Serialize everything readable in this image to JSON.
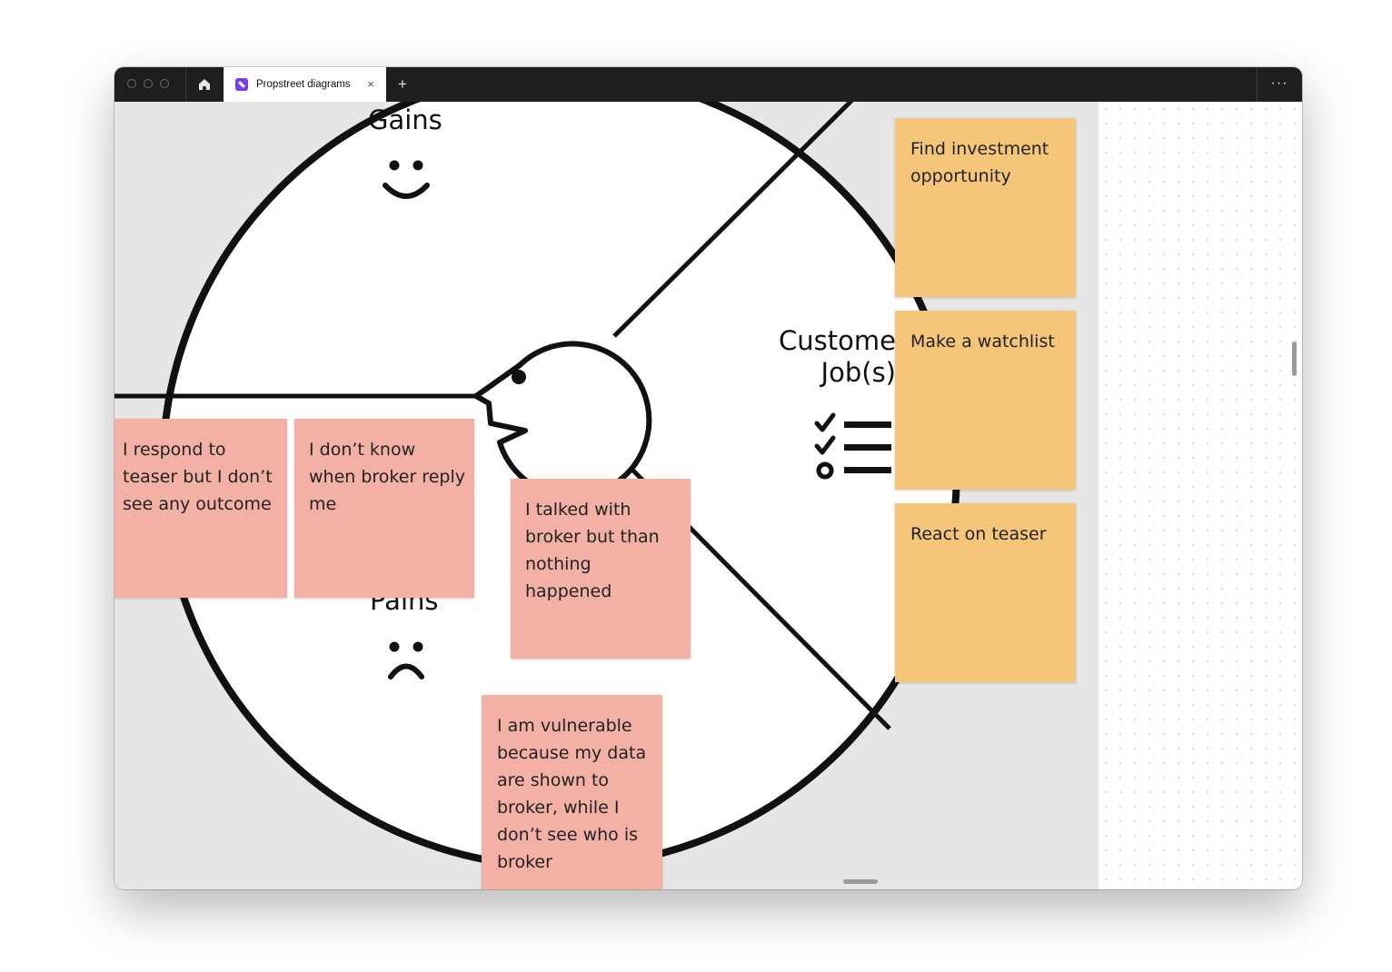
{
  "window": {
    "tab_title": "Propstreet diagrams",
    "tab_icon": "figjam-file-icon",
    "new_tab_label": "+",
    "close_tab_label": "×",
    "more_label": "···",
    "home_icon": "home-icon"
  },
  "diagram": {
    "gains_label": "Gains",
    "pains_label": "Pains",
    "jobs_label_line1": "Custome",
    "jobs_label_line2": "Job(s)",
    "gains_icon": "smiley-face-icon",
    "pains_icon": "sad-face-icon",
    "jobs_icon": "checklist-icon",
    "customer_icon": "customer-head-icon"
  },
  "stickies": {
    "pains": [
      "I respond to teaser but I don’t see any outcome",
      "I don’t know when broker reply me",
      "I talked with broker but than nothing happened",
      "I am vulnerable because my data are shown to broker, while I don’t see who is broker"
    ],
    "jobs": [
      "Find investment opportunity",
      "Make a watchlist",
      "React on teaser"
    ]
  },
  "colors": {
    "pain_sticky": "#f3b1a6",
    "job_sticky": "#f5c57a",
    "titlebar": "#1e1e1e",
    "canvas": "#e6e6e6",
    "tab_icon": "#7a3df0"
  }
}
